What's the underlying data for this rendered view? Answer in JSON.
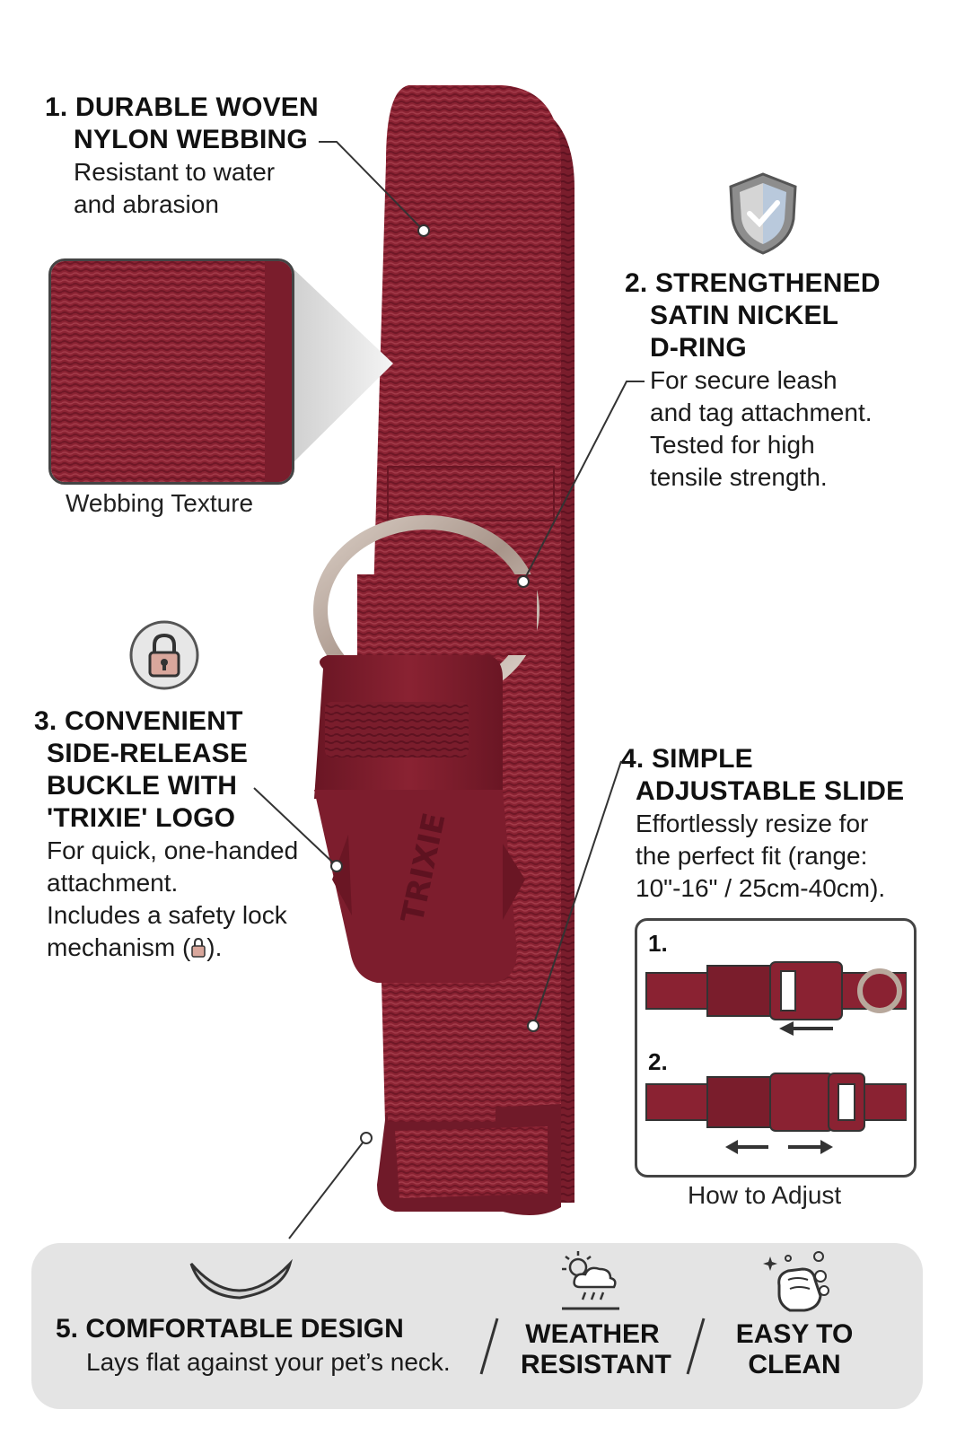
{
  "features": [
    {
      "heading_line1": "1. DURABLE WOVEN",
      "heading_line2": "NYLON WEBBING",
      "desc_line1": "Resistant to water",
      "desc_line2": "and abrasion"
    },
    {
      "heading_line1": "2. STRENGTHENED",
      "heading_line2": "SATIN NICKEL",
      "heading_line3": "D-RING",
      "desc_line1": "For secure leash",
      "desc_line2": "and tag attachment.",
      "desc_line3": "Tested for high",
      "desc_line4": "tensile strength."
    },
    {
      "heading_line1": "3. CONVENIENT",
      "heading_line2": "SIDE-RELEASE",
      "heading_line3": "BUCKLE WITH",
      "heading_line4": "'TRIXIE' LOGO",
      "desc_line1": "For quick, one-handed",
      "desc_line2": "attachment.",
      "desc_line3": "Includes a safety lock",
      "desc_line4_pre": "mechanism (",
      "desc_line4_post": ")."
    },
    {
      "heading_line1": "4. SIMPLE",
      "heading_line2": "ADJUSTABLE SLIDE",
      "desc_line1": "Effortlessly resize for",
      "desc_line2": "the perfect fit (range:",
      "desc_line3": "10\"-16\" / 25cm-40cm)."
    },
    {
      "heading": "5. COMFORTABLE DESIGN",
      "desc": "Lays flat against your pet’s neck."
    }
  ],
  "inset_caption": "Webbing Texture",
  "buckle_logo": "TRIXIE",
  "adjust_panel": {
    "step1": "1.",
    "step2": "2.",
    "caption": "How to Adjust"
  },
  "bottom_badges": [
    {
      "line1": "WEATHER",
      "line2": "RESISTANT",
      "icon": "weather-icon"
    },
    {
      "line1": "EASY TO",
      "line2": "CLEAN",
      "icon": "washing-hands-icon"
    }
  ],
  "icons": [
    "shield-check-icon",
    "lock-icon",
    "comfort-curve-icon"
  ],
  "colors": {
    "collar": "#8a2232",
    "collar_dark": "#5e1220",
    "ring": "#b8a89c",
    "panel": "#e4e4e4"
  }
}
